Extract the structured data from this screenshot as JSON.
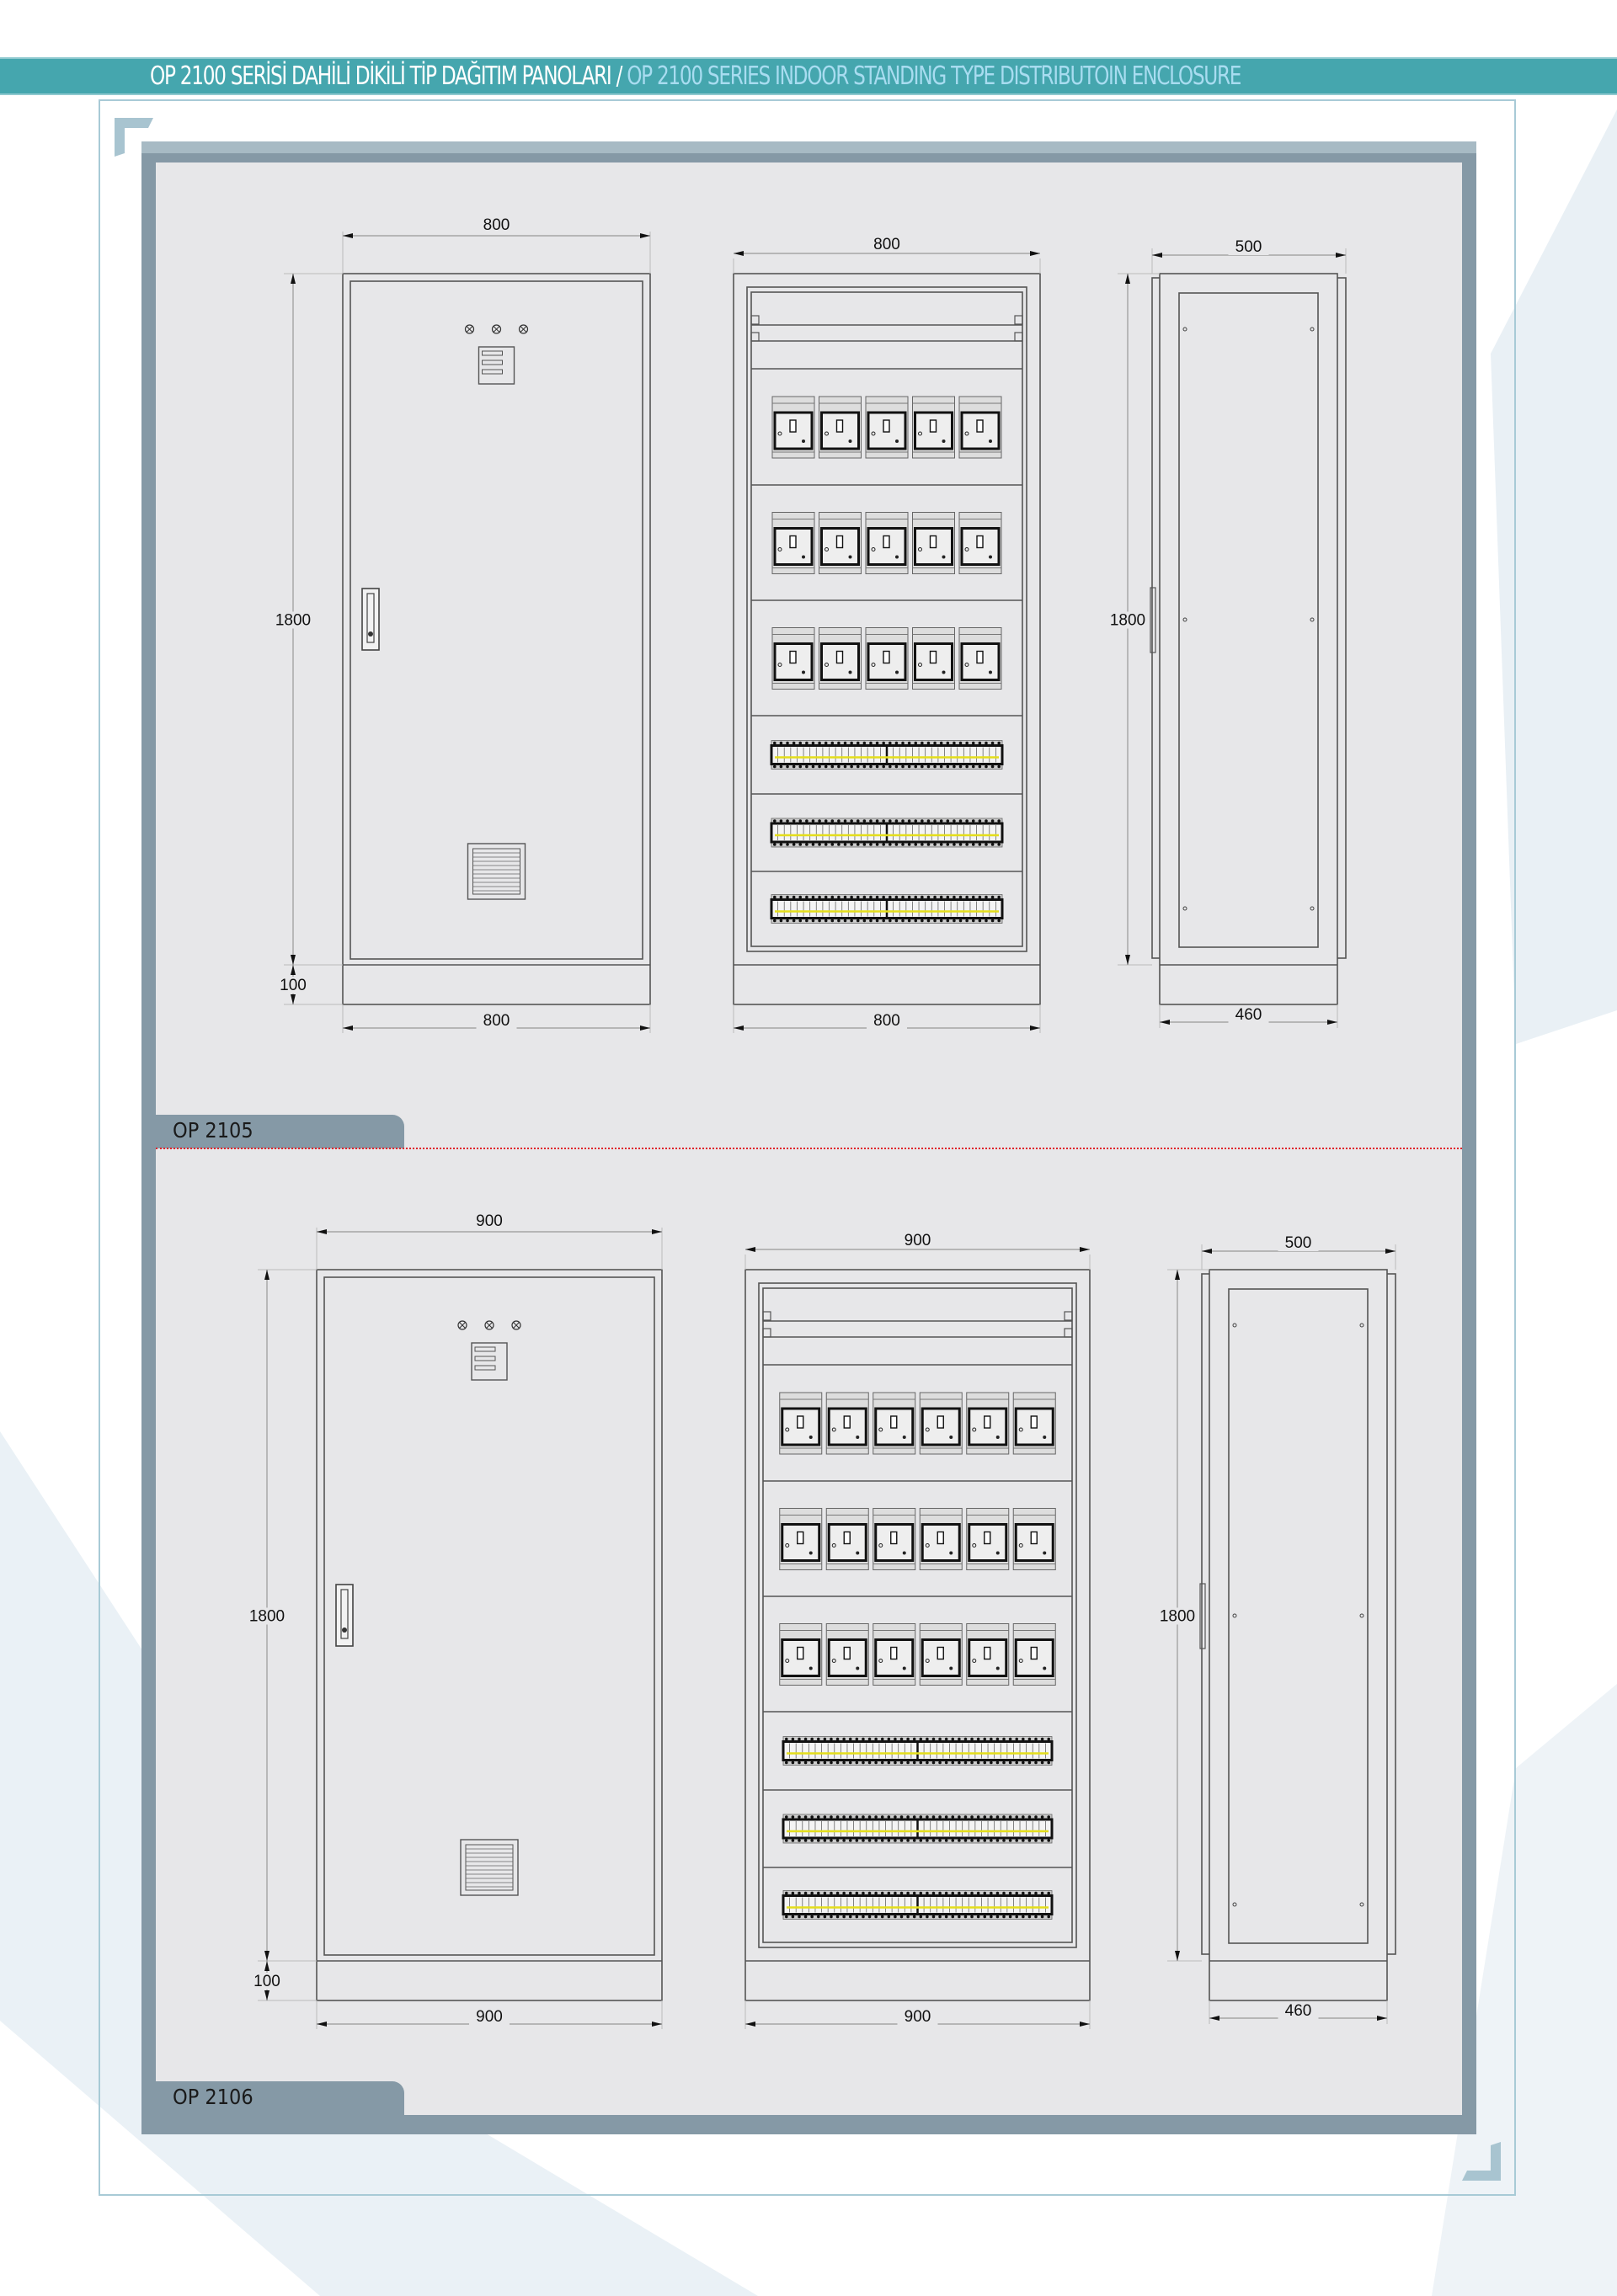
{
  "header": {
    "title_tr": "OP 2100 SERİSİ DAHİLİ DİKİLİ TİP DAĞITIM PANOLARI",
    "separator": " / ",
    "title_en": "OP 2100 SERIES INDOOR STANDING TYPE DISTRIBUTOIN ENCLOSURE"
  },
  "colors": {
    "banner": "#45a6ae",
    "frame": "#8599a6",
    "divider": "#e0232b"
  },
  "models": [
    {
      "label": "OP 2105",
      "breakers_per_row": 5,
      "front": {
        "width": "800",
        "height": "1800",
        "base": "100",
        "bottom_width": "800"
      },
      "interior": {
        "width": "800",
        "bottom_width": "800"
      },
      "side": {
        "depth": "500",
        "height": "1800",
        "base_depth": "460"
      }
    },
    {
      "label": "OP 2106",
      "breakers_per_row": 6,
      "front": {
        "width": "900",
        "height": "1800",
        "base": "100",
        "bottom_width": "900"
      },
      "interior": {
        "width": "900",
        "bottom_width": "900"
      },
      "side": {
        "depth": "500",
        "height": "1800",
        "base_depth": "460"
      }
    }
  ]
}
